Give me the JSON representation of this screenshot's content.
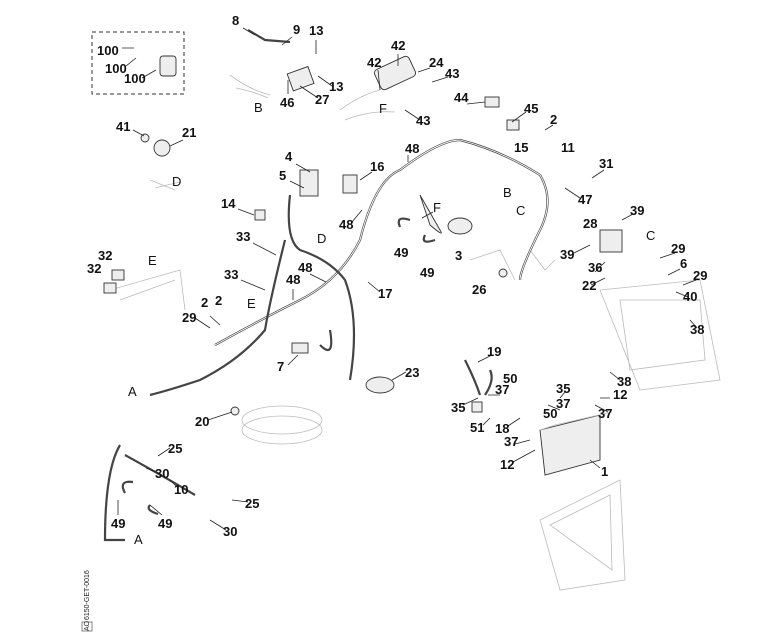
{
  "diagram": {
    "callouts": [
      "100",
      "100",
      "100",
      "8",
      "9",
      "13",
      "13",
      "27",
      "46",
      "B",
      "42",
      "24",
      "43",
      "42",
      "F",
      "43",
      "41",
      "21",
      "D",
      "4",
      "5",
      "16",
      "48",
      "48",
      "14",
      "33",
      "D",
      "33",
      "48",
      "48",
      "17",
      "F",
      "44",
      "45",
      "2",
      "15",
      "11",
      "31",
      "47",
      "B",
      "C",
      "49",
      "49",
      "3",
      "26",
      "39",
      "28",
      "39",
      "C",
      "29",
      "36",
      "6",
      "29",
      "22",
      "40",
      "38",
      "32",
      "32",
      "E",
      "2",
      "2",
      "E",
      "29",
      "7",
      "23",
      "A",
      "20",
      "19",
      "50",
      "37",
      "35",
      "35",
      "37",
      "12",
      "51",
      "18",
      "50",
      "37",
      "37",
      "12",
      "1",
      "38",
      "25",
      "30",
      "10",
      "25",
      "49",
      "49",
      "A",
      "30"
    ],
    "drawing_code": "6150-GET-0016",
    "revision": "AO"
  }
}
